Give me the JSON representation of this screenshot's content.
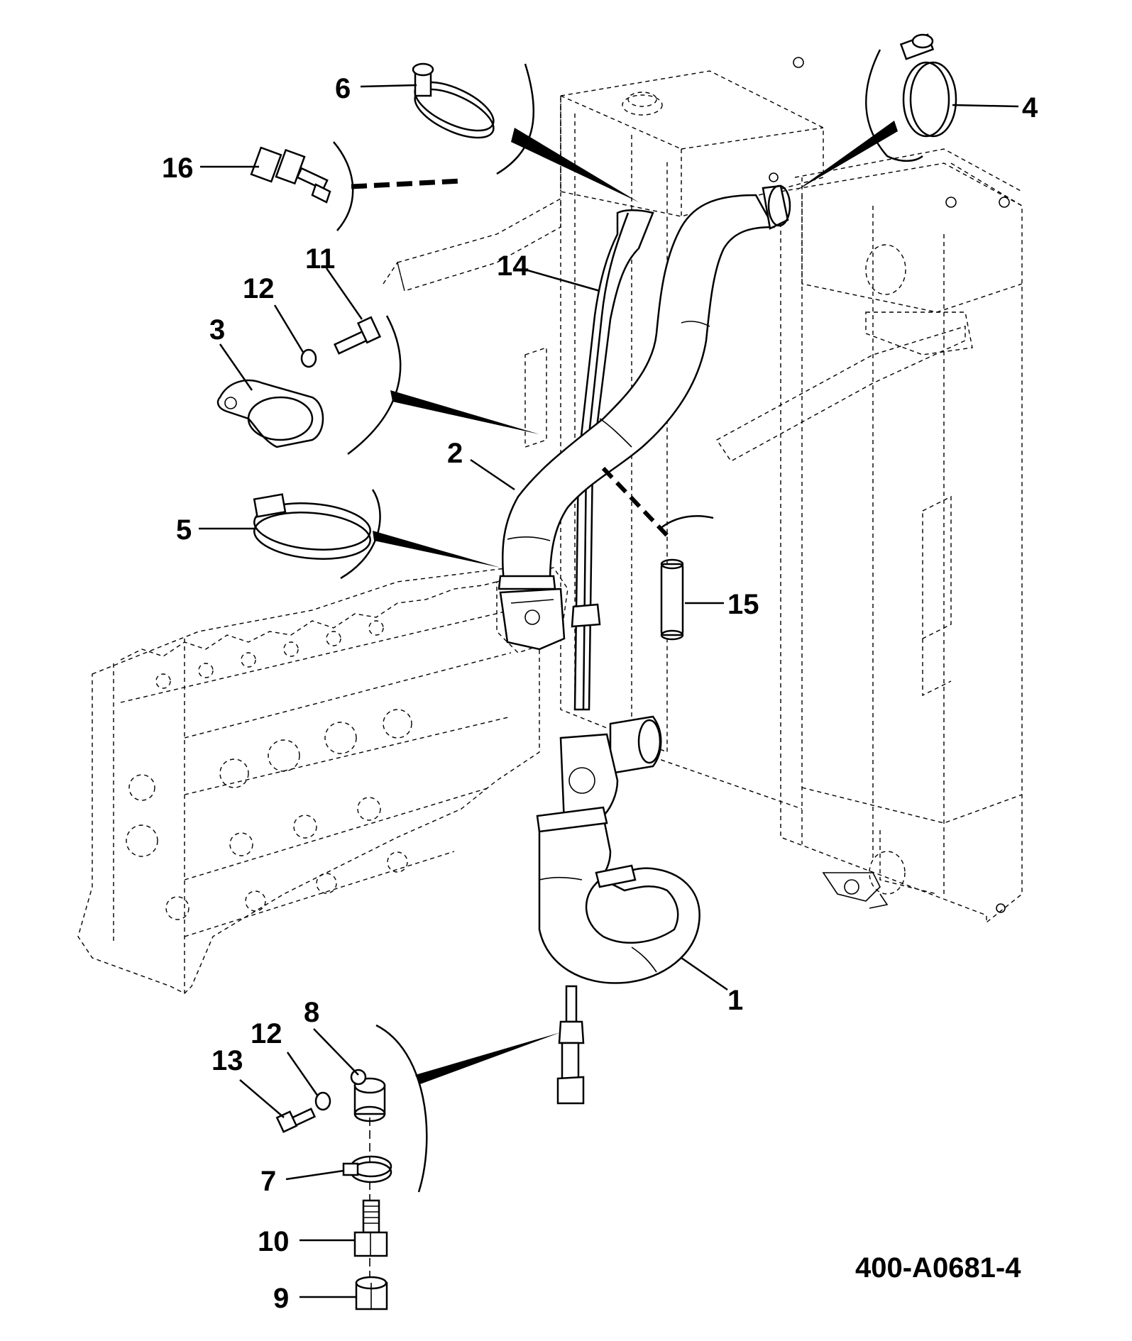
{
  "drawing_code": "400-A0681-4",
  "callouts": [
    {
      "id": "c1",
      "label": "1"
    },
    {
      "id": "c2",
      "label": "2"
    },
    {
      "id": "c3",
      "label": "3"
    },
    {
      "id": "c4",
      "label": "4"
    },
    {
      "id": "c5",
      "label": "5"
    },
    {
      "id": "c6",
      "label": "6"
    },
    {
      "id": "c7",
      "label": "7"
    },
    {
      "id": "c8",
      "label": "8"
    },
    {
      "id": "c9",
      "label": "9"
    },
    {
      "id": "c10",
      "label": "10"
    },
    {
      "id": "c11",
      "label": "11"
    },
    {
      "id": "c12a",
      "label": "12"
    },
    {
      "id": "c12b",
      "label": "12"
    },
    {
      "id": "c13",
      "label": "13"
    },
    {
      "id": "c14",
      "label": "14"
    },
    {
      "id": "c15",
      "label": "15"
    },
    {
      "id": "c16",
      "label": "16"
    }
  ]
}
